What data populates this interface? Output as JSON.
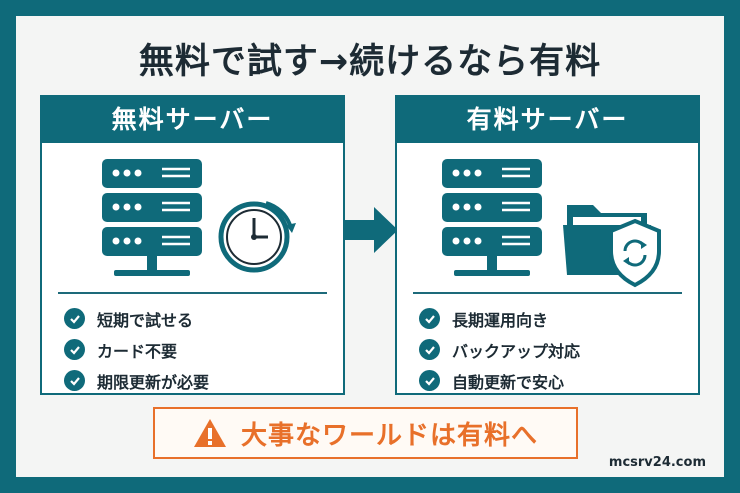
{
  "title": "無料で試す→続けるなら有料",
  "free_card": {
    "heading": "無料サーバー",
    "items": [
      "短期で試せる",
      "カード不要",
      "期限更新が必要"
    ]
  },
  "paid_card": {
    "heading": "有料サーバー",
    "items": [
      "長期運用向き",
      "バックアップ対応",
      "自動更新で安心"
    ]
  },
  "banner": {
    "text": "大事なワールドは有料へ"
  },
  "site": "mcsrv24.com",
  "colors": {
    "teal": "#0f6a7a",
    "orange": "#e8702a",
    "text": "#1d2b34"
  }
}
